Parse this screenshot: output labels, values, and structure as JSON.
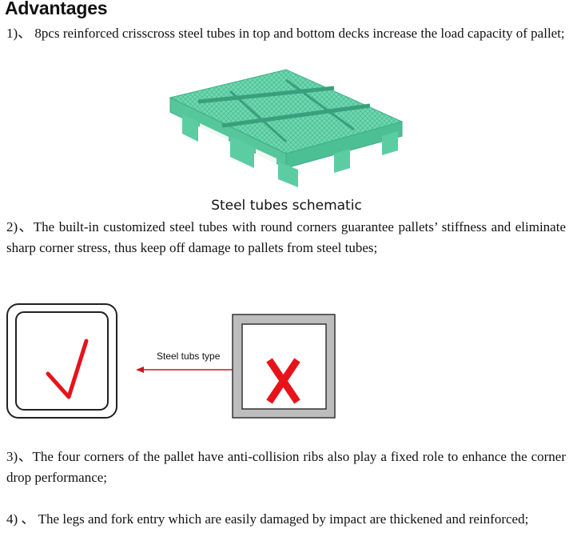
{
  "heading": "Advantages",
  "points": [
    "1)、 8pcs reinforced crisscross steel tubes in top and bottom decks increase the load capacity of pallet;",
    "2)、The built-in customized steel tubes with round corners guarantee pallets’ stiffness and eliminate sharp corner stress, thus keep off damage to pallets from steel tubes;",
    "3)、The four corners of the pallet have anti-collision ribs also play a fixed role to enhance the corner drop performance;",
    "4) 、 The legs and fork entry which are easily damaged by impact are thickened and reinforced;"
  ],
  "figure1": {
    "caption": "Steel tubes schematic",
    "color": "#5fd1a6"
  },
  "figure2": {
    "label": "Steel tubs type",
    "good_mark": "✓",
    "bad_mark": "X",
    "mark_color": "#e8121a",
    "arrow_color": "#c8181e"
  },
  "icons": [
    "pallet-image",
    "check-mark-icon",
    "cross-mark-icon",
    "double-arrow-icon"
  ]
}
